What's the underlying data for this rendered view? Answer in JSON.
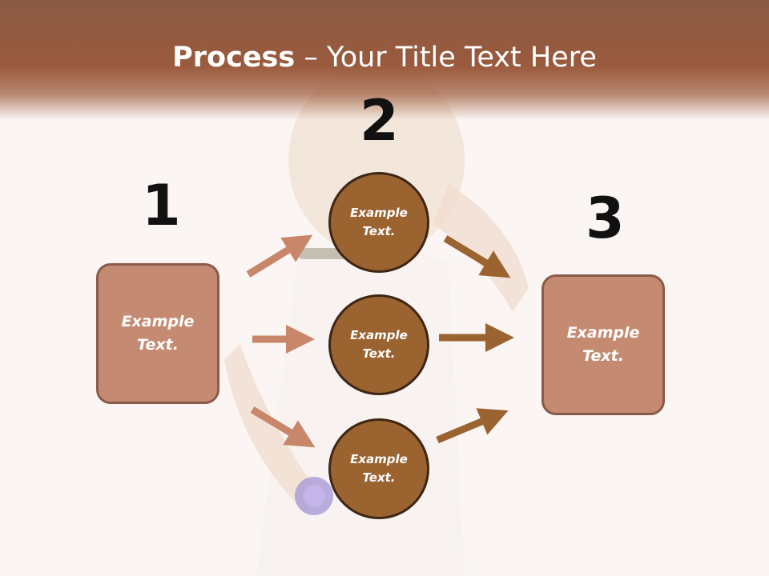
{
  "title": {
    "bold": "Process",
    "rest": " – Your Title Text Here"
  },
  "steps": {
    "n1": "1",
    "n2": "2",
    "n3": "3"
  },
  "boxes": {
    "left": "Example Text.",
    "right": "Example Text."
  },
  "circles": [
    "Example Text.",
    "Example Text.",
    "Example Text."
  ],
  "colors": {
    "header": "#9a5a3d",
    "box_fill": "#c48a72",
    "box_border": "#8a5a4a",
    "circle_fill": "#9a6330",
    "circle_border": "#3e2614",
    "arrow_left": "#c8866a",
    "arrow_right": "#9a6330"
  }
}
